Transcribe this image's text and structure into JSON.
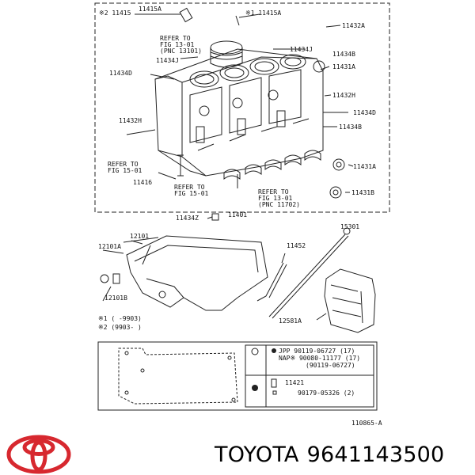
{
  "labels": {
    "l11415A_a": "※2 11415",
    "l11415A_b": "11415A",
    "l11415A_c": "※1 11415A",
    "l11432A": "11432A",
    "lRef1301a": "REFER TO",
    "lRef1301b": "FIG 13-01",
    "lRef1301c": "(PNC 13101)",
    "l11434J_a": "11434J",
    "l11434J_b": "11434J",
    "l11434B": "11434B",
    "l11431A_top": "11431A",
    "l11434D_left": "11434D",
    "l11432H_right": "11432H",
    "l11434D_right": "11434D",
    "l11432H_left": "11432H",
    "l11434B_right": "11434B",
    "lRef1501a": "REFER TO",
    "lRef1501b": "FIG 15-01",
    "l11431A_mid": "11431A",
    "l11416": "11416",
    "lRef1501c": "REFER TO",
    "lRef1501d": "FIG 15-01",
    "lRef1301d": "REFER TO",
    "lRef1301e": "FIG 13-01",
    "lRef1301f": "(PNC 11702)",
    "l11431B": "11431B",
    "l11434Z": "11434Z",
    "l11401": "11401",
    "l15301": "15301",
    "l12101": "12101",
    "l12101A": "12101A",
    "l11452": "11452",
    "l12101B": "12101B",
    "l12581A": "12581A",
    "note1": "※1 (    -9903)",
    "note2": "※2 (9903-    )",
    "legendJPP": "JPP  90119-06727 (17)",
    "legendNAP": "NAP※ 90080-11177 (17)",
    "legendNAP2": "(90119-06727)",
    "legend11421": "11421",
    "legend90179": "90179-05326 (2)",
    "figNumber": "110865-A"
  },
  "brand": {
    "name": "TOYOTA",
    "part_number": "9641143500"
  },
  "colors": {
    "line": "#222222",
    "logo_red": "#d7282f",
    "text": "#000000"
  }
}
